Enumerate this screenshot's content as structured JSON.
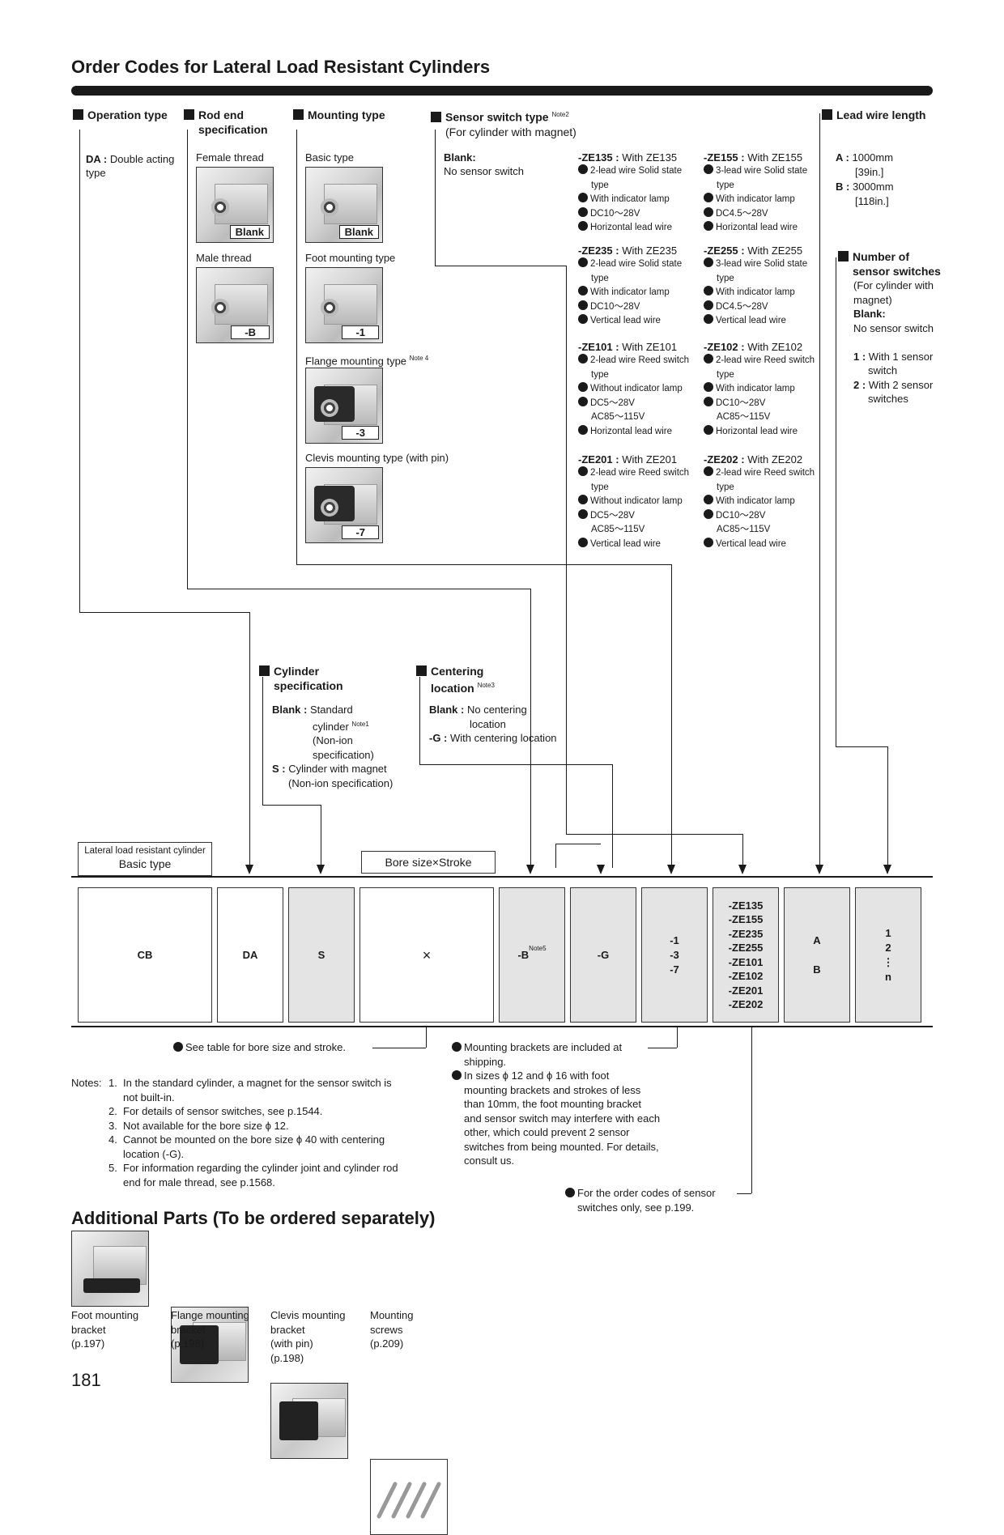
{
  "title": "Order Codes for Lateral Load Resistant Cylinders",
  "sections": {
    "operation": {
      "title": "Operation type",
      "code": "DA :",
      "desc": "Double acting type"
    },
    "rod_end": {
      "title": "Rod end",
      "title2": "specification",
      "opt1": "Female thread",
      "opt1_code": "Blank",
      "opt2": "Male thread",
      "opt2_code": "-B"
    },
    "mounting": {
      "title": "Mounting type",
      "opt1": "Basic type",
      "opt1_code": "Blank",
      "opt2": "Foot mounting type",
      "opt2_code": "-1",
      "opt3": "Flange mounting type",
      "opt3_note": "Note 4",
      "opt3_code": "-3",
      "opt4": "Clevis mounting type (with pin)",
      "opt4_code": "-7"
    },
    "sensor": {
      "title": "Sensor switch type",
      "note": "Note2",
      "sub": "(For cylinder with magnet)",
      "blank": "Blank:",
      "blank_desc": "No sensor switch",
      "switches": [
        {
          "code": "-ZE135 :",
          "with": "With ZE135",
          "lines": [
            "2-lead wire Solid state",
            "type",
            "With indicator lamp",
            "DC10～28V",
            "Horizontal lead wire"
          ]
        },
        {
          "code": "-ZE155 :",
          "with": "With ZE155",
          "lines": [
            "3-lead wire Solid state",
            "type",
            "With indicator lamp",
            "DC4.5～28V",
            "Horizontal lead wire"
          ]
        },
        {
          "code": "-ZE235 :",
          "with": "With ZE235",
          "lines": [
            "2-lead wire Solid state",
            "type",
            "With indicator lamp",
            "DC10～28V",
            "Vertical lead wire"
          ]
        },
        {
          "code": "-ZE255 :",
          "with": "With ZE255",
          "lines": [
            "3-lead wire Solid state",
            "type",
            "With indicator lamp",
            "DC4.5～28V",
            "Vertical lead wire"
          ]
        },
        {
          "code": "-ZE101 :",
          "with": "With ZE101",
          "lines": [
            "2-lead wire Reed switch",
            "type",
            "Without indicator lamp",
            "DC5～28V",
            "AC85～115V",
            "Horizontal lead wire"
          ]
        },
        {
          "code": "-ZE102 :",
          "with": "With ZE102",
          "lines": [
            "2-lead wire Reed switch",
            "type",
            "With indicator lamp",
            "DC10～28V",
            "AC85～115V",
            "Horizontal lead wire"
          ]
        },
        {
          "code": "-ZE201 :",
          "with": "With ZE201",
          "lines": [
            "2-lead wire Reed switch",
            "type",
            "Without indicator lamp",
            "DC5～28V",
            "AC85～115V",
            "Vertical lead wire"
          ]
        },
        {
          "code": "-ZE202 :",
          "with": "With ZE202",
          "lines": [
            "2-lead wire Reed switch",
            "type",
            "With indicator lamp",
            "DC10～28V",
            "AC85～115V",
            "Vertical lead wire"
          ]
        }
      ]
    },
    "lead": {
      "title": "Lead wire length",
      "a": "A :",
      "a1": "1000mm",
      "a2": "[39in.]",
      "b": "B :",
      "b1": "3000mm",
      "b2": "[118in.]"
    },
    "number": {
      "title": "Number of",
      "title2": "sensor switches",
      "sub1": "(For cylinder with",
      "sub2": "magnet)",
      "blank": "Blank:",
      "blank_desc": "No sensor switch",
      "o1": "1 :",
      "o1d": "With 1 sensor",
      "o1d2": "switch",
      "o2": "2 :",
      "o2d": "With 2 sensor",
      "o2d2": "switches"
    },
    "cylinder": {
      "title": "Cylinder",
      "title2": "specification",
      "blank": "Blank :",
      "b1": "Standard",
      "b2": "cylinder",
      "b2note": "Note1",
      "b3": "(Non-ion",
      "b4": "specification)",
      "s": "S :",
      "s1": "Cylinder with magnet",
      "s2": "(Non-ion specification)"
    },
    "centering": {
      "title": "Centering",
      "title2": "location",
      "note": "Note3",
      "blank": "Blank :",
      "b1": "No centering",
      "b2": "location",
      "g": "-G :",
      "gd": "With centering location"
    }
  },
  "labels": {
    "lateral1": "Lateral load resistant cylinder",
    "lateral2": "Basic type",
    "bore": "Bore size×Stroke"
  },
  "boxes": {
    "cb": "CB",
    "da": "DA",
    "s": "S",
    "x": "×",
    "b": "-B",
    "b_note": "Note5",
    "g": "-G",
    "m1": "-1",
    "m2": "-3",
    "m3": "-7",
    "ze": [
      "-ZE135",
      "-ZE155",
      "-ZE235",
      "-ZE255",
      "-ZE101",
      "-ZE102",
      "-ZE201",
      "-ZE202"
    ],
    "a": "A",
    "bb": "B",
    "n1": "1",
    "n2": "2",
    "n3": "⋮",
    "n4": "n"
  },
  "callouts": {
    "bore": "See table for bore size and stroke.",
    "brackets1": "Mounting brackets are included at",
    "brackets2": "shipping.",
    "sizes": [
      "In sizes ϕ 12 and ϕ 16 with foot",
      "mounting brackets and strokes of less",
      "than 10mm, the foot mounting bracket",
      "and sensor switch may interfere with each",
      "other, which could prevent 2 sensor",
      "switches from being mounted. For details,",
      "consult us."
    ],
    "order1": "For the order codes of sensor",
    "order2": "switches only, see p.199."
  },
  "notes": {
    "head": "Notes:",
    "items": [
      [
        "1.",
        "In the standard cylinder, a magnet for the sensor switch is",
        "not built-in."
      ],
      [
        "2.",
        "For details of sensor switches, see p.1544.",
        ""
      ],
      [
        "3.",
        "Not available for the bore size ϕ 12.",
        ""
      ],
      [
        "4.",
        "Cannot be mounted on the bore size ϕ 40 with centering",
        "location (-G)."
      ],
      [
        "5.",
        "For information regarding the cylinder joint and cylinder rod",
        "end for male thread, see p.1568."
      ]
    ]
  },
  "additional": {
    "title": "Additional Parts (To be ordered separately)",
    "parts": [
      [
        "Foot mounting",
        "bracket",
        "(p.197)",
        ""
      ],
      [
        "Flange mounting",
        "bracket",
        "(p.198)",
        ""
      ],
      [
        "Clevis mounting",
        "bracket",
        "(with pin)",
        "(p.198)"
      ],
      [
        "Mounting",
        "screws",
        "(p.209)",
        ""
      ]
    ]
  },
  "page": "181"
}
